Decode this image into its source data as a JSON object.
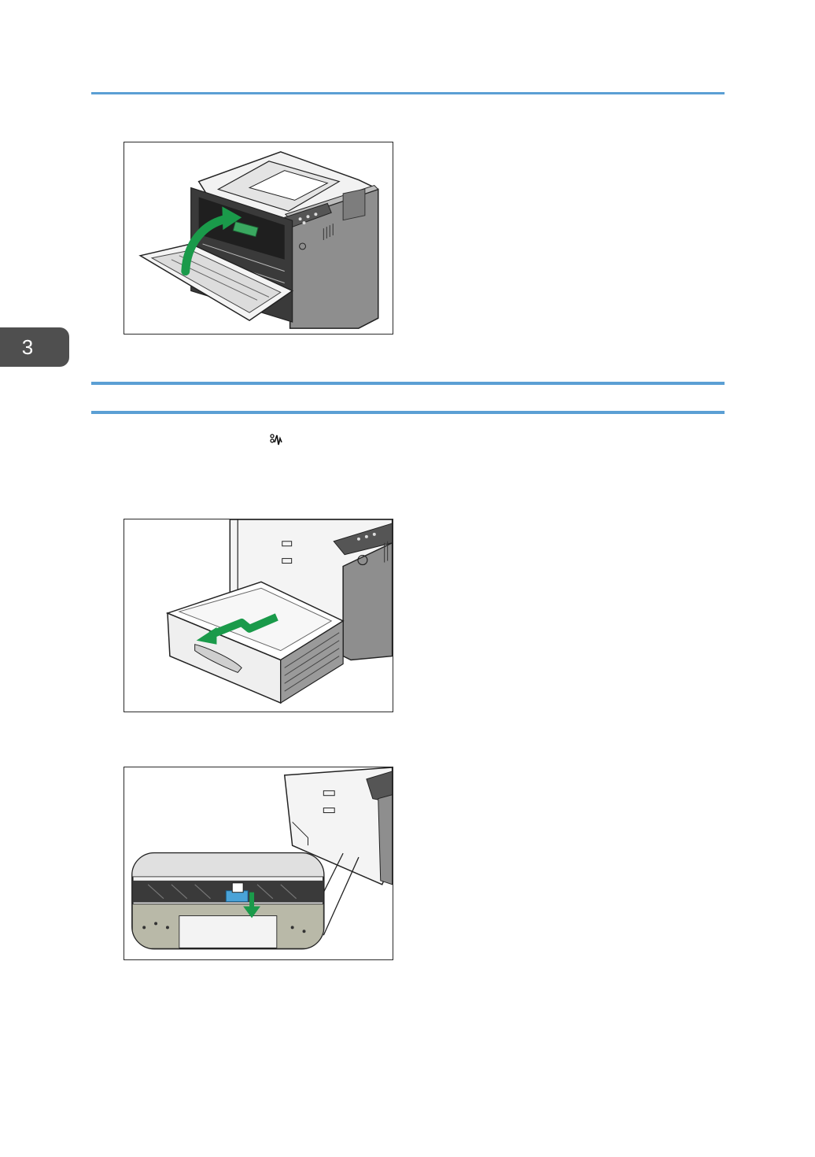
{
  "chapter_tab": {
    "number": "3"
  },
  "inline_icon": {
    "name": "paper-jam-icon"
  },
  "figures": [
    {
      "name": "printer-front-cover-closing-illustration"
    },
    {
      "name": "paper-tray-pull-out-illustration"
    },
    {
      "name": "paper-feed-lever-release-illustration"
    }
  ],
  "colors": {
    "rule": "#5b9fd4",
    "tab": "#4f4f4f",
    "arrow_green": "#1a9a4a",
    "printer_gray": "#8a8a8a",
    "lever_blue": "#4aa3d8"
  }
}
